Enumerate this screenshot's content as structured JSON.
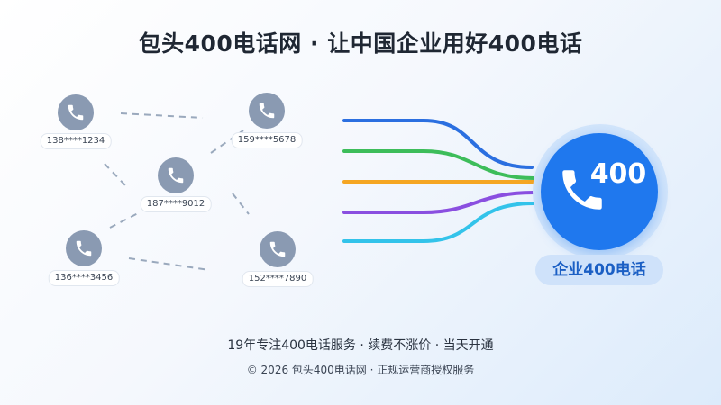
{
  "title": "包头400电话网 · 让中国企业用好400电话",
  "phones": [
    {
      "number": "138****1234",
      "icon": "phone-icon"
    },
    {
      "number": "159****5678",
      "icon": "phone-icon"
    },
    {
      "number": "187****9012",
      "icon": "phone-icon"
    },
    {
      "number": "136****3456",
      "icon": "phone-icon"
    },
    {
      "number": "152****7890",
      "icon": "phone-icon"
    }
  ],
  "hub": {
    "badge_text": "400",
    "label": "企业400电话",
    "icon": "phone-icon"
  },
  "colors": {
    "node": "#8a9ab2",
    "hub": "#1f78ee",
    "streams": [
      "#2b6fe0",
      "#3dbd5a",
      "#f5a623",
      "#8a4fe0",
      "#33c3ea"
    ]
  },
  "tagline": "19年专注400电话服务 · 续费不涨价 · 当天开通",
  "copyright": "© 2026 包头400电话网 · 正规运营商授权服务"
}
